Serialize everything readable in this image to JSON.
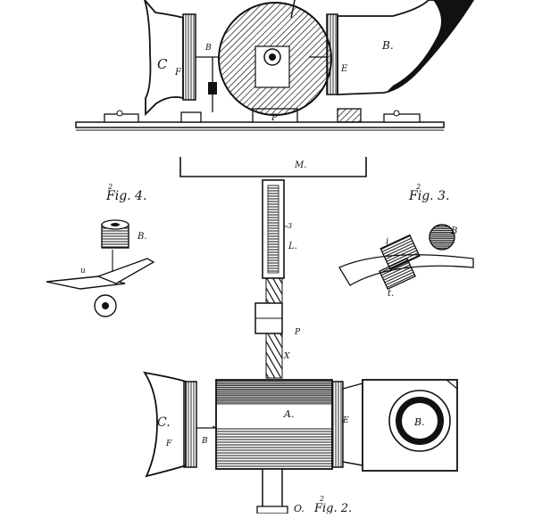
{
  "labels": {
    "fig1_C": "C",
    "fig1_F": "F",
    "fig1_B_small": "B",
    "fig1_B": "B.",
    "fig1_E": "E",
    "fig1_P": "P",
    "fig1_M": "M.",
    "fig4_title": "Fig. 4.",
    "fig4_B": "B.",
    "fig4_u": "u",
    "fig3_title": "Fig. 3.",
    "fig3_i": "i",
    "fig3_B": "B",
    "fig3_t": "t.",
    "stem_3": "3",
    "stem_L": "L.",
    "stem_P": "P",
    "stem_X": "X",
    "fig2_C": "C.",
    "fig2_A": "A.",
    "fig2_E": "E",
    "fig2_B": "B.",
    "fig2_F": "F",
    "fig2_Bsmall": "B",
    "fig2_O": "O.",
    "fig2_title": "Fig. 2.",
    "fig4_num": "2",
    "fig3_num": "2",
    "fig2_num": "2"
  },
  "colors": {
    "ink": "#111111",
    "paper": "#ffffff"
  }
}
